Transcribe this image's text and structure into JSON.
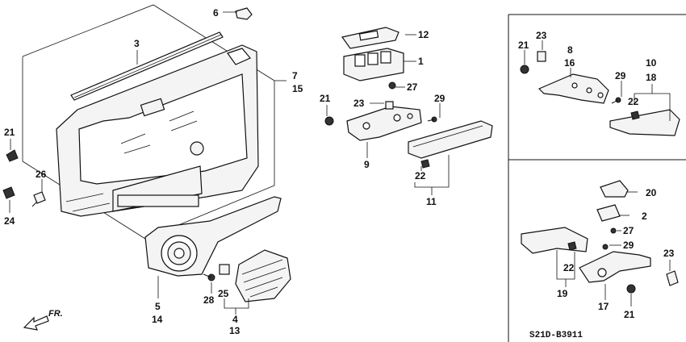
{
  "diagram": {
    "code": "S21D-B3911",
    "direction": "FR.",
    "callouts": {
      "c1": "1",
      "c2": "2",
      "c3": "3",
      "c4": "4",
      "c5": "5",
      "c6": "6",
      "c7": "7",
      "c8": "8",
      "c9": "9",
      "c10": "10",
      "c11": "11",
      "c12": "12",
      "c13": "13",
      "c14": "14",
      "c15": "15",
      "c16": "16",
      "c17": "17",
      "c18": "18",
      "c19": "19",
      "c20": "20",
      "c21a": "21",
      "c21b": "21",
      "c21c": "21",
      "c21d": "21",
      "c22a": "22",
      "c22b": "22",
      "c22c": "22",
      "c23a": "23",
      "c23b": "23",
      "c23c": "23",
      "c24": "24",
      "c25": "25",
      "c26": "26",
      "c27a": "27",
      "c27b": "27",
      "c28": "28",
      "c29a": "29",
      "c29b": "29",
      "c29c": "29"
    }
  }
}
